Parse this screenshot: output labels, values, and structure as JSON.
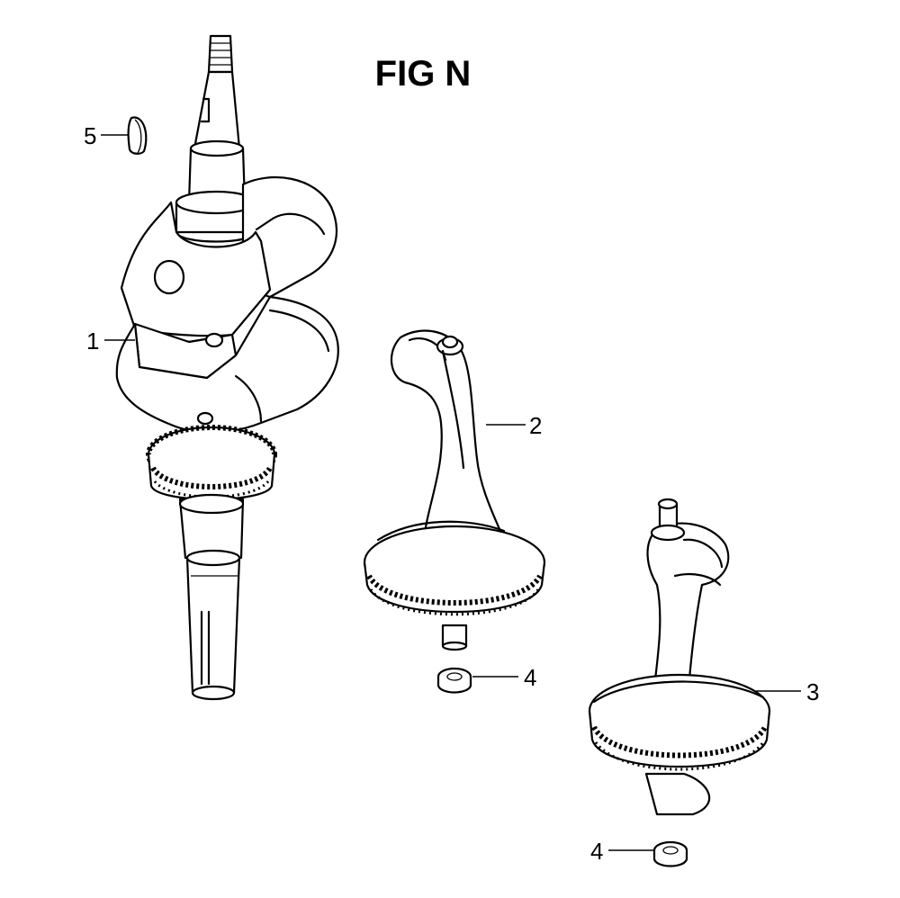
{
  "figure": {
    "title": "FIG N"
  },
  "callouts": [
    {
      "number": "1",
      "part": "crankshaft-with-gear"
    },
    {
      "number": "2",
      "part": "balancer-weight-gear"
    },
    {
      "number": "3",
      "part": "balancer-weight-gear"
    },
    {
      "number": "4",
      "part": "washer"
    },
    {
      "number": "4",
      "part": "washer"
    },
    {
      "number": "5",
      "part": "woodruff-key"
    }
  ],
  "colors": {
    "ink": "#000000",
    "paper": "#ffffff"
  }
}
